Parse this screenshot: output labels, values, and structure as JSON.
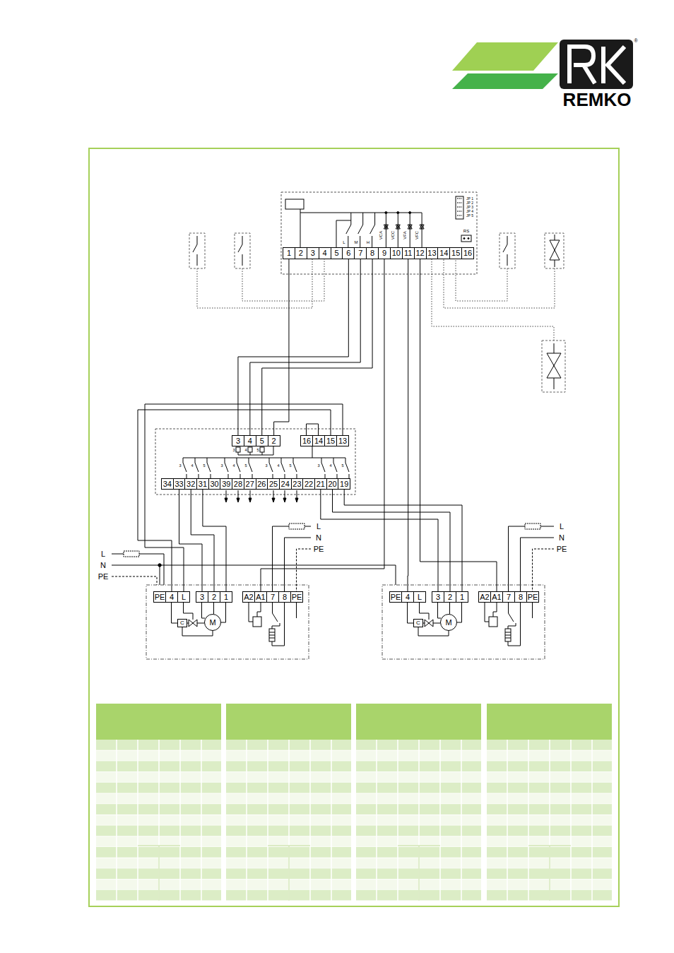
{
  "diagram": {
    "nodes": [
      {
        "text": [
          "1"
        ]
      },
      {
        "text": [
          "2"
        ]
      },
      {
        "text": [
          "3"
        ]
      },
      {
        "text": [
          "4"
        ]
      },
      {
        "text": [
          "5"
        ]
      },
      {
        "text": [
          "6"
        ]
      },
      {
        "text": [
          "7"
        ]
      },
      {
        "text": [
          "8"
        ]
      },
      {
        "text": [
          "9"
        ]
      },
      {
        "text": [
          "10"
        ]
      },
      {
        "text": [
          "11"
        ]
      },
      {
        "text": [
          "12"
        ]
      },
      {
        "text": [
          "13"
        ]
      },
      {
        "text": [
          "14"
        ]
      },
      {
        "text": [
          "15"
        ]
      },
      {
        "text": [
          "16"
        ]
      },
      {
        "text": [
          "3"
        ]
      },
      {
        "text": [
          "4"
        ]
      },
      {
        "text": [
          "5"
        ]
      },
      {
        "text": [
          "2"
        ]
      },
      {
        "text": [
          "16"
        ]
      },
      {
        "text": [
          "14"
        ]
      },
      {
        "text": [
          "15"
        ]
      },
      {
        "text": [
          "13"
        ]
      },
      {
        "text": [
          "34"
        ]
      },
      {
        "text": [
          "33"
        ]
      },
      {
        "text": [
          "32"
        ]
      },
      {
        "text": [
          "31"
        ]
      },
      {
        "text": [
          "30"
        ]
      },
      {
        "text": [
          "39"
        ]
      },
      {
        "text": [
          "28"
        ]
      },
      {
        "text": [
          "27"
        ]
      },
      {
        "text": [
          "26"
        ]
      },
      {
        "text": [
          "25"
        ]
      },
      {
        "text": [
          "24"
        ]
      },
      {
        "text": [
          "23"
        ]
      },
      {
        "text": [
          "22"
        ]
      },
      {
        "text": [
          "21"
        ]
      },
      {
        "text": [
          "20"
        ]
      },
      {
        "text": [
          "19"
        ]
      },
      {
        "text": [
          "PE"
        ]
      },
      {
        "text": [
          "4"
        ]
      },
      {
        "text": [
          "L"
        ]
      },
      {
        "text": [
          "3"
        ]
      },
      {
        "text": [
          "2"
        ]
      },
      {
        "text": [
          "1"
        ]
      },
      {
        "text": [
          "A2"
        ]
      },
      {
        "text": [
          "A1"
        ]
      },
      {
        "text": [
          "7"
        ]
      },
      {
        "text": [
          "8"
        ]
      },
      {
        "text": [
          "PE"
        ]
      },
      {
        "text": [
          "C"
        ]
      },
      {
        "text": [
          "M"
        ]
      },
      {
        "text": [
          "PE"
        ]
      },
      {
        "text": [
          "4"
        ]
      },
      {
        "text": [
          "L"
        ]
      },
      {
        "text": [
          "3"
        ]
      },
      {
        "text": [
          "2"
        ]
      },
      {
        "text": [
          "1"
        ]
      },
      {
        "text": [
          "A2"
        ]
      },
      {
        "text": [
          "A1"
        ]
      },
      {
        "text": [
          "7"
        ]
      },
      {
        "text": [
          "8"
        ]
      },
      {
        "text": [
          "PE"
        ]
      },
      {
        "text": [
          "C"
        ]
      },
      {
        "text": [
          "M"
        ]
      }
    ],
    "edges": [
      {
        "from": 5,
        "to": 16,
        "arrow": "none"
      },
      {
        "from": 6,
        "to": 17,
        "arrow": "none"
      },
      {
        "from": 7,
        "to": 18,
        "arrow": "none"
      },
      {
        "from": 0,
        "to": 19,
        "arrow": "none"
      },
      {
        "from": 22,
        "to": 41,
        "arrow": "none"
      },
      {
        "from": 23,
        "to": 42,
        "arrow": "none"
      },
      {
        "from": 25,
        "to": 43,
        "arrow": "none"
      },
      {
        "from": 26,
        "to": 44,
        "arrow": "none"
      },
      {
        "from": 27,
        "to": 45,
        "arrow": "none"
      },
      {
        "from": 37,
        "to": 56,
        "arrow": "none"
      },
      {
        "from": 38,
        "to": 57,
        "arrow": "none"
      },
      {
        "from": 39,
        "to": 58,
        "arrow": "none"
      },
      {
        "from": 8,
        "to": 47,
        "arrow": "none"
      },
      {
        "from": 10,
        "to": 54,
        "arrow": "none"
      },
      {
        "from": 11,
        "to": 60,
        "arrow": "none"
      }
    ],
    "labels": [
      "®",
      "REMKO",
      "JP 1",
      "JP 2",
      "JP 3",
      "JP 4",
      "JP 5",
      "RS",
      "L",
      "M",
      "H",
      "VCA",
      "VCC",
      "VFA",
      "VFC",
      "3",
      "4",
      "5",
      "3",
      "4",
      "5",
      "3",
      "4",
      "5",
      "3",
      "4",
      "5",
      "3",
      "4",
      "5",
      "L",
      "N",
      "PE",
      "L",
      "N",
      "PE",
      "L",
      "N",
      "PE"
    ]
  }
}
